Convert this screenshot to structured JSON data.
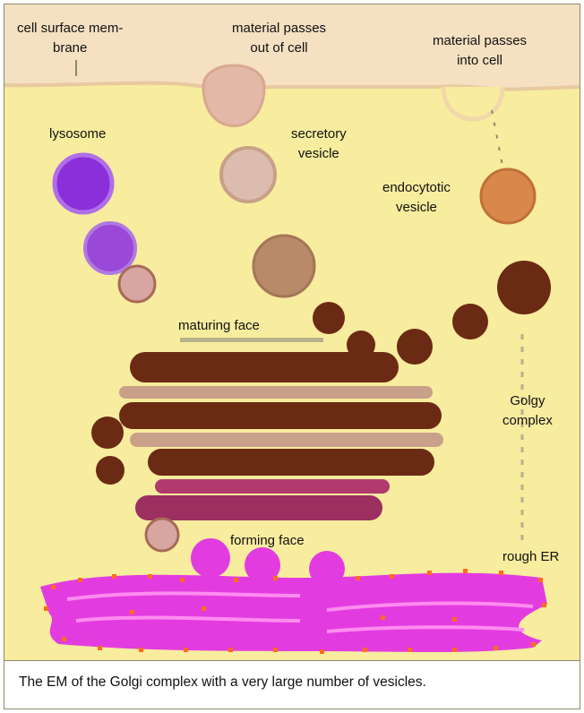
{
  "figure": {
    "labels": {
      "cell_surface_membrane": "cell surface mem-\nbrane",
      "material_out": "material passes\nout of cell",
      "material_in": "material passes\ninto cell",
      "lysosome": "lysosome",
      "secretory_vesicle": "secretory\nvesicle",
      "endocytotic_vesicle": "endocytotic\nvesicle",
      "maturing_face": "maturing face",
      "golgi_complex": "Golgy\ncomplex",
      "forming_face": "forming face",
      "rough_er": "rough ER"
    },
    "colors": {
      "background": "#f8ec9e",
      "membrane": "#f5e0c2",
      "golgi_dark": "#6b2a14",
      "golgi_light": "#c9a08a",
      "golgi_pink": "#b0396e",
      "rough_er": "#e23ce0",
      "ribosome": "#ff6a20",
      "lysosome": "#8a2fd9",
      "secretory": "#c9a08a",
      "endocytotic": "#d8884a"
    }
  },
  "caption": "The EM of the Golgi complex with a very large number of vesicles."
}
